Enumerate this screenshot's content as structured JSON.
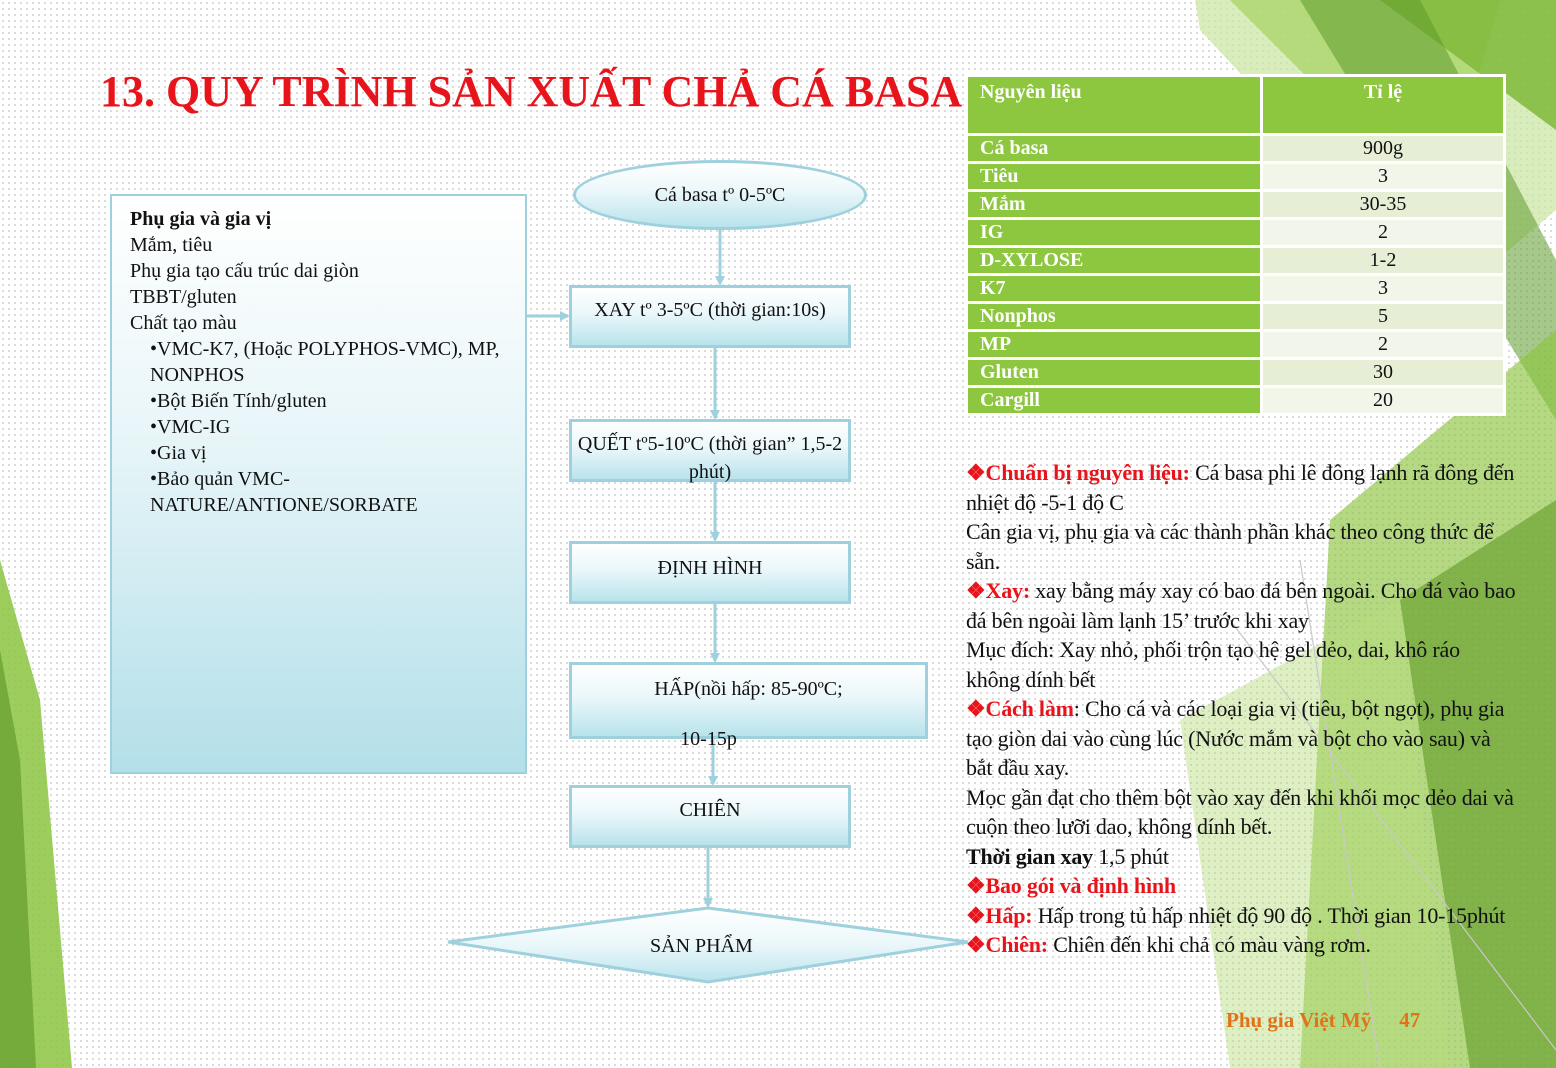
{
  "title": "13. QUY TRÌNH SẢN XUẤT CHẢ CÁ BASA",
  "flow": {
    "start": "Cá basa tº 0-5ºC",
    "steps": [
      "XAY tº 3-5ºC (thời gian:10s)",
      "QUẾT tº5-10ºC (thời gian” 1,5-2 phút)",
      "ĐỊNH HÌNH",
      "HẤP(nồi hấp: 85-90ºC;",
      "CHIÊN"
    ],
    "step4_time": "10-15p",
    "end": "SẢN PHẨM"
  },
  "additives": {
    "heading": "Phụ gia và gia vị",
    "lines": [
      "Mắm, tiêu",
      "Phụ gia tạo cấu trúc dai giòn",
      "TBBT/gluten",
      "Chất tạo màu"
    ],
    "sublines": [
      "•VMC-K7, (Hoặc POLYPHOS-VMC), MP, NONPHOS",
      "•Bột Biến Tính/gluten",
      "•VMC-IG",
      "•Gia vị",
      "•Bảo quản VMC-NATURE/ANTIONE/SORBATE"
    ]
  },
  "ingredients": {
    "headers": [
      "Nguyên liệu",
      "Tỉ lệ"
    ],
    "rows": [
      {
        "name": "Cá basa",
        "ratio": "900g"
      },
      {
        "name": "Tiêu",
        "ratio": "3"
      },
      {
        "name": "Mắm",
        "ratio": "30-35"
      },
      {
        "name": "IG",
        "ratio": "2"
      },
      {
        "name": "D-XYLOSE",
        "ratio": "1-2"
      },
      {
        "name": "K7",
        "ratio": "3"
      },
      {
        "name": "Nonphos",
        "ratio": "5"
      },
      {
        "name": "MP",
        "ratio": "2"
      },
      {
        "name": "Gluten",
        "ratio": "30"
      },
      {
        "name": "Cargill",
        "ratio": "20"
      }
    ]
  },
  "notes": {
    "bullet_symbol": "❖",
    "prep_kw": "Chuẩn bị nguyên liệu:",
    "prep_text": " Cá basa phi lê đông lạnh rã đông đến nhiệt độ -5-1 độ C",
    "prep_text2": "Cân gia vị, phụ gia và các thành phần khác theo công thức để sẵn.",
    "grind_kw": "Xay:",
    "grind_text": " xay bằng máy xay có bao đá bên ngoài. Cho đá vào bao đá bên ngoài làm lạnh 15’ trước khi xay",
    "grind_purpose": "Mục đích: Xay nhỏ, phối trộn tạo hệ gel dẻo, dai, khô ráo không dính bết",
    "method_kw": "Cách làm",
    "method_text": ": Cho cá và các loại gia vị (tiêu, bột ngọt), phụ gia tạo giòn dai vào cùng lúc (Nước mắm và bột cho vào sau) và bắt đầu xay.",
    "method_text2": "Mọc gần đạt cho thêm bột vào xay đến khi khối mọc dẻo dai và cuộn theo lưỡi dao, không dính bết.",
    "time_label": "Thời gian xay",
    "time_value": " 1,5 phút",
    "pack_kw": "Bao gói và định hình",
    "steam_kw": "Hấp:",
    "steam_text": " Hấp trong tủ hấp nhiệt độ 90 độ . Thời gian 10-15phút",
    "fry_kw": "Chiên:",
    "fry_text": " Chiên đến khi chả có màu vàng rơm."
  },
  "footer": {
    "brand": "Phụ gia Việt Mỹ",
    "page": "47"
  },
  "colors": {
    "title": "#e8141c",
    "accent_green": "#8dc63f",
    "node_border": "#9fd0dd",
    "footer": "#e0731a"
  }
}
